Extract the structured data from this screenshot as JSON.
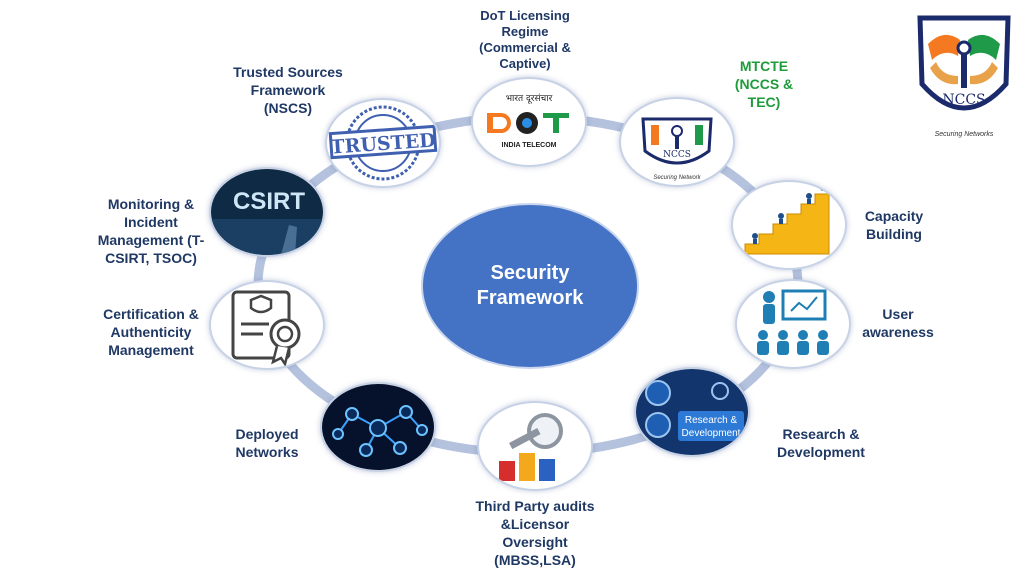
{
  "center": {
    "title_line1": "Security",
    "title_line2": "Framework"
  },
  "nodes": {
    "dot": {
      "label": [
        "DoT Licensing",
        "Regime",
        "(Commercial &",
        "Captive)"
      ],
      "img_top": "भारत दूरसंचार",
      "img_bottom": "INDIA TELECOM"
    },
    "mtcte": {
      "label": [
        "MTCTE",
        "(NCCS &",
        "TEC)"
      ],
      "img_caption": "Securing Network"
    },
    "capacity": {
      "label": [
        "Capacity",
        "Building"
      ]
    },
    "user": {
      "label": [
        "User",
        "awareness"
      ]
    },
    "research": {
      "label": [
        "Research &",
        "Development"
      ],
      "img_text": [
        "Research &",
        "Development"
      ]
    },
    "audits": {
      "label": [
        "Third Party audits",
        "&Licensor",
        "Oversight",
        "(MBSS,LSA)"
      ]
    },
    "networks": {
      "label": [
        "Deployed",
        "Networks"
      ]
    },
    "certification": {
      "label": [
        "Certification &",
        "Authenticity",
        "Management"
      ]
    },
    "monitoring": {
      "label": [
        "Monitoring &",
        "Incident",
        "Management (T-",
        "CSIRT, TSOC)"
      ],
      "img_text": "CSIRT"
    },
    "trusted": {
      "label": [
        "Trusted Sources",
        "Framework",
        "(NSCS)"
      ],
      "img_text": "TRUSTED"
    }
  },
  "logo": {
    "text": "NCCS",
    "caption": "Securing Networks"
  },
  "colors": {
    "center": "#4472c4",
    "ring": "#b4c2de",
    "label": "#1f3864",
    "mtcte_label": "#1e9b3a"
  }
}
